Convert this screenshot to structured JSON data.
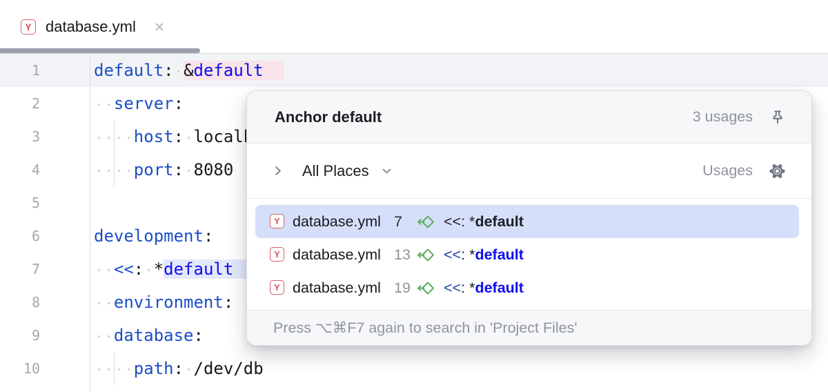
{
  "tab": {
    "label": "database.yml",
    "file_icon_letter": "Y"
  },
  "editor": {
    "lines": [
      {
        "num": "1",
        "indent": 0,
        "current": true,
        "dots": [
          8
        ],
        "tokens": [
          {
            "t": "default",
            "c": "key"
          },
          {
            "t": ":",
            "c": "pln"
          },
          {
            "t": " ",
            "c": "pln"
          },
          {
            "t": "&",
            "c": "pln",
            "bg": "pink"
          },
          {
            "t": "default",
            "c": "ref",
            "bg": "pink"
          },
          {
            "t": "  ",
            "c": "pln",
            "bg": "pink"
          }
        ]
      },
      {
        "num": "2",
        "indent": 2,
        "dots": [
          0,
          1
        ],
        "tokens": [
          {
            "t": "server",
            "c": "key"
          },
          {
            "t": ":",
            "c": "pln"
          }
        ]
      },
      {
        "num": "3",
        "indent": 4,
        "dots": [
          0,
          1,
          2,
          3,
          9
        ],
        "tokens": [
          {
            "t": "host",
            "c": "key"
          },
          {
            "t": ":",
            "c": "pln"
          },
          {
            "t": " localhost",
            "c": "pln"
          }
        ]
      },
      {
        "num": "4",
        "indent": 4,
        "dots": [
          0,
          1,
          2,
          3,
          9
        ],
        "tokens": [
          {
            "t": "port",
            "c": "key"
          },
          {
            "t": ":",
            "c": "pln"
          },
          {
            "t": " 8080",
            "c": "pln"
          }
        ]
      },
      {
        "num": "5",
        "indent": 0,
        "dots": [],
        "tokens": []
      },
      {
        "num": "6",
        "indent": 0,
        "dots": [],
        "tokens": [
          {
            "t": "development",
            "c": "key"
          },
          {
            "t": ":",
            "c": "pln"
          }
        ]
      },
      {
        "num": "7",
        "indent": 2,
        "dots": [
          0,
          1,
          5
        ],
        "tokens": [
          {
            "t": "<<",
            "c": "key"
          },
          {
            "t": ":",
            "c": "pln"
          },
          {
            "t": " ",
            "c": "pln"
          },
          {
            "t": "*",
            "c": "pln"
          },
          {
            "t": "default",
            "c": "ref",
            "bg": "lav"
          },
          {
            "t": "  ",
            "c": "pln",
            "bg": "lav"
          }
        ]
      },
      {
        "num": "8",
        "indent": 2,
        "dots": [
          0,
          1
        ],
        "tokens": [
          {
            "t": "environment",
            "c": "key"
          },
          {
            "t": ":",
            "c": "pln"
          }
        ]
      },
      {
        "num": "9",
        "indent": 2,
        "dots": [
          0,
          1
        ],
        "tokens": [
          {
            "t": "database",
            "c": "key"
          },
          {
            "t": ":",
            "c": "pln"
          }
        ]
      },
      {
        "num": "10",
        "indent": 4,
        "dots": [
          0,
          1,
          2,
          3,
          9
        ],
        "tokens": [
          {
            "t": "path",
            "c": "key"
          },
          {
            "t": ":",
            "c": "pln"
          },
          {
            "t": " /dev/db",
            "c": "pln"
          }
        ]
      }
    ]
  },
  "popup": {
    "title": "Anchor default",
    "usage_count": "3 usages",
    "scope_label": "All Places",
    "view_label": "Usages",
    "rows": [
      {
        "file": "database.yml",
        "line": "7",
        "selected": true,
        "code": [
          {
            "t": "<<: *",
            "c": "selp"
          },
          {
            "t": "default",
            "c": "selb"
          }
        ]
      },
      {
        "file": "database.yml",
        "line": "13",
        "selected": false,
        "code": [
          {
            "t": "<<",
            "c": "navy"
          },
          {
            "t": ": *",
            "c": "dark"
          },
          {
            "t": "default",
            "c": "blueb"
          }
        ]
      },
      {
        "file": "database.yml",
        "line": "19",
        "selected": false,
        "code": [
          {
            "t": "<<",
            "c": "navy"
          },
          {
            "t": ": *",
            "c": "dark"
          },
          {
            "t": "default",
            "c": "blueb"
          }
        ]
      }
    ],
    "footer_hint": "Press ⌥⌘F7 again to search in 'Project Files'"
  },
  "colors": {
    "key_blue": "#1b4ec4",
    "ref_blue": "#0d0df0",
    "navy": "#1c3fae",
    "selection_bg": "#d6dffa",
    "write_usage_pink": "#f8e4e9",
    "read_usage_lavender": "#e4e8fa",
    "green_icon": "#5fae61",
    "yaml_icon_red": "#d5525c",
    "muted_gray": "#8f93a0"
  }
}
